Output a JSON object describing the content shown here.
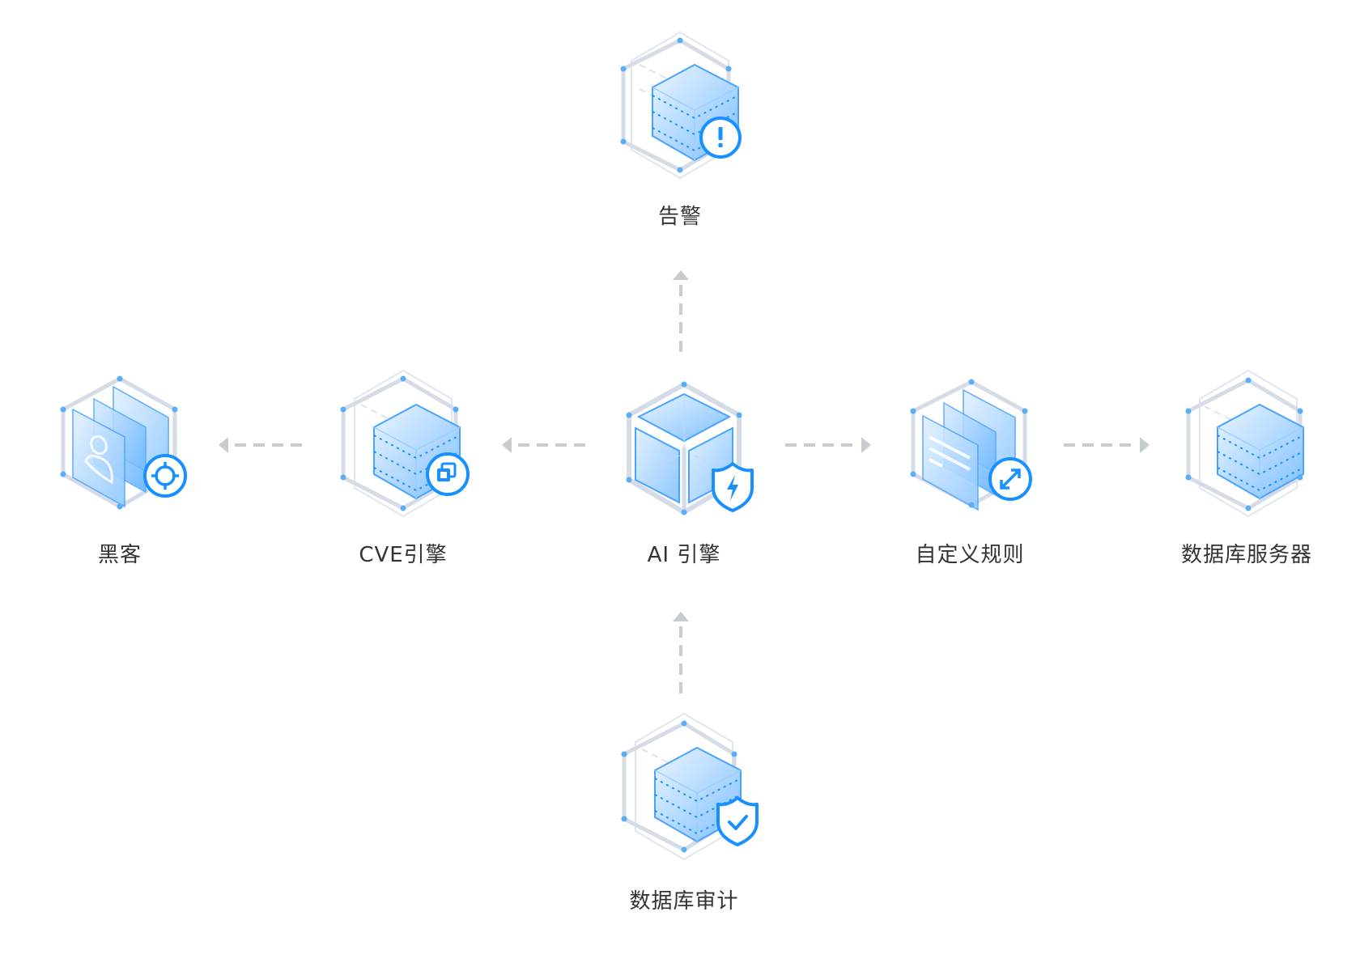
{
  "diagram": {
    "colors": {
      "accent": "#1890ff",
      "cube_fill_light": "#e6f3ff",
      "cube_fill_dark": "#8cc8ff",
      "hex_frame": "#d6dce6",
      "arrow": "#c8cbd0",
      "label": "#333333"
    },
    "nodes": [
      {
        "id": "alert",
        "label": "告警",
        "icon": "database-cube-alert-icon",
        "badge": "exclamation-icon"
      },
      {
        "id": "hacker",
        "label": "黑客",
        "icon": "user-panels-icon",
        "badge": "crosshair-target-icon"
      },
      {
        "id": "cve-engine",
        "label": "CVE引擎",
        "icon": "database-cube-icon",
        "badge": "copy-squares-icon"
      },
      {
        "id": "ai-engine",
        "label": "AI 引擎",
        "icon": "open-cube-icon",
        "badge": "shield-lightning-icon"
      },
      {
        "id": "custom-rules",
        "label": "自定义规则",
        "icon": "document-panels-icon",
        "badge": "expand-arrows-icon"
      },
      {
        "id": "db-server",
        "label": "数据库服务器",
        "icon": "database-cube-icon",
        "badge": ""
      },
      {
        "id": "db-audit",
        "label": "数据库审计",
        "icon": "database-cube-icon",
        "badge": "shield-check-icon"
      }
    ],
    "edges": [
      {
        "from": "ai-engine",
        "to": "alert",
        "style": "dashed"
      },
      {
        "from": "cve-engine",
        "to": "hacker",
        "style": "dashed"
      },
      {
        "from": "ai-engine",
        "to": "cve-engine",
        "style": "dashed"
      },
      {
        "from": "ai-engine",
        "to": "custom-rules",
        "style": "dashed"
      },
      {
        "from": "custom-rules",
        "to": "db-server",
        "style": "dashed"
      },
      {
        "from": "db-audit",
        "to": "ai-engine",
        "style": "dashed"
      }
    ]
  }
}
